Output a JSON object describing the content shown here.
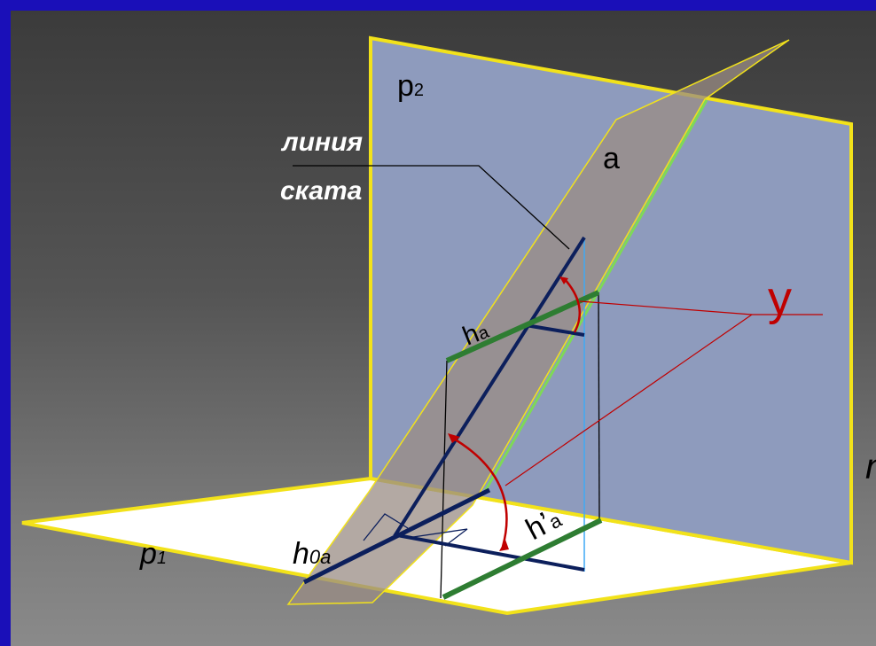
{
  "labels": {
    "plane_p2": "p",
    "plane_p2_sub": "2",
    "plane_p1": "p",
    "plane_p1_sub": "1",
    "slope_line_1": "линия",
    "slope_line_2": "ската",
    "plane_a": "a",
    "angle_y": "y",
    "h_a": "h",
    "h_a_sub": "a",
    "h0a_main": "h",
    "h0a_sub": "0a",
    "hprime_a": "h’",
    "hprime_a_sub": "a",
    "edge_letter": "n"
  },
  "colors": {
    "frame": "#1a0fb8",
    "plane_p2_fill": "#8e9bbd",
    "plane_p1_fill": "#ffffff",
    "plane_a_fill": "#9a8c84",
    "border_yellow": "#f2e21a",
    "navy_line": "#0c1f5c",
    "green_line": "#2e7d32",
    "light_green": "#7ed957",
    "red": "#c00000",
    "light_blue": "#3fa9f5"
  }
}
